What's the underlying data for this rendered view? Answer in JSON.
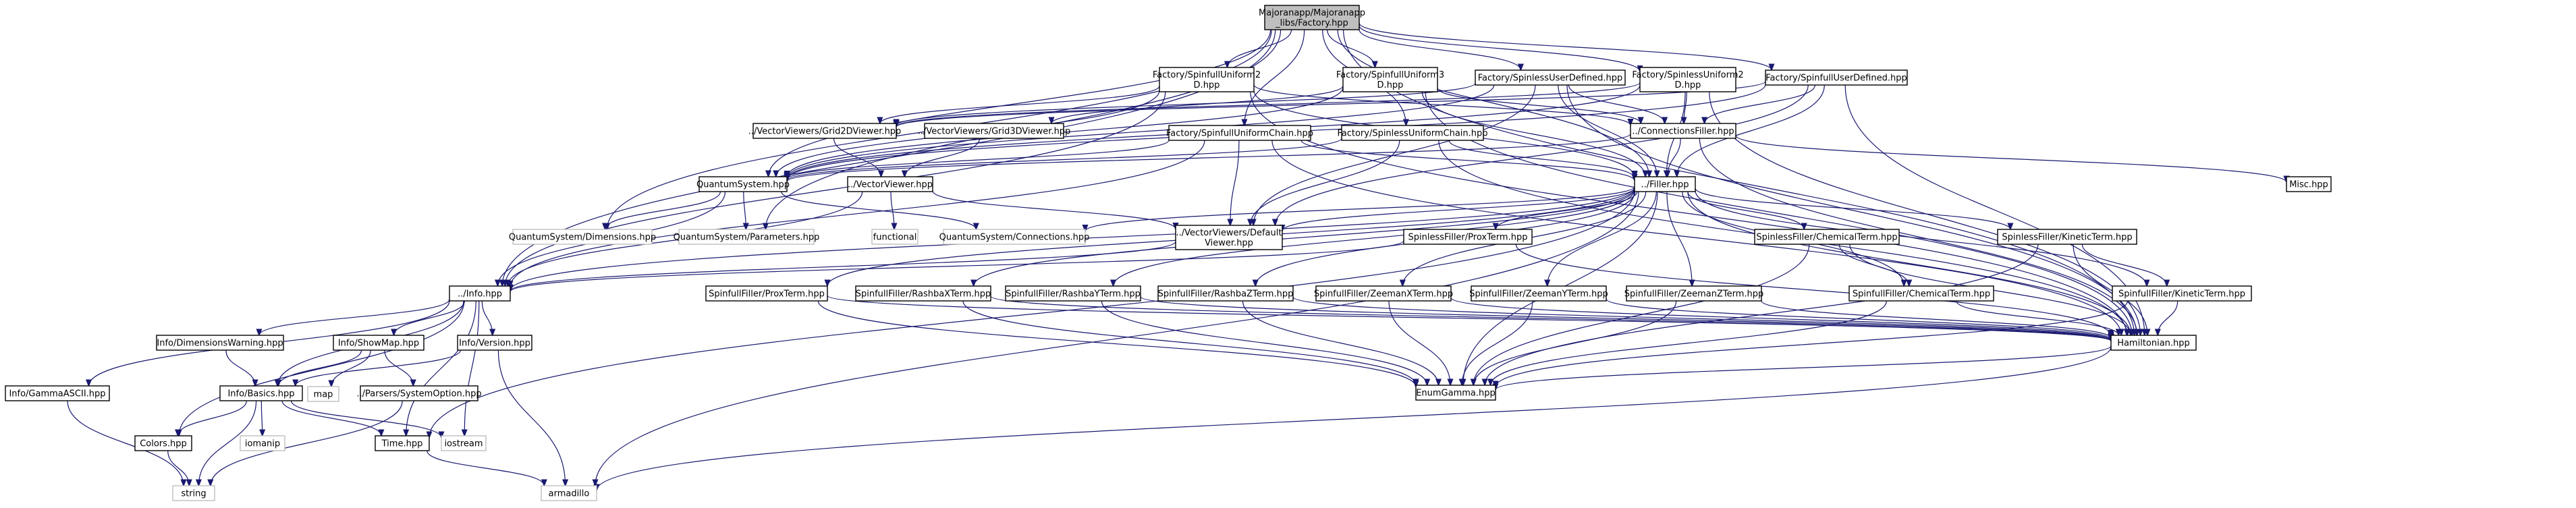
{
  "graph": {
    "style": {
      "edge_color": "#191970",
      "root_fill": "#bfbfbf",
      "border_dark": "#000000",
      "border_light": "#bfbfbf",
      "fill": "#ffffff"
    },
    "nodes": [
      {
        "id": "root",
        "lines": [
          "Majoranapp/Majoranapp",
          "_libs/Factory.hpp"
        ],
        "root": true,
        "interactable": false
      },
      {
        "id": "su2d",
        "lines": [
          "Factory/SpinfullUniform2",
          "D.hpp"
        ],
        "interactable": true
      },
      {
        "id": "su3d",
        "lines": [
          "Factory/SpinfullUniform3",
          "D.hpp"
        ],
        "interactable": true
      },
      {
        "id": "sud",
        "lines": [
          "Factory/SpinlessUserDefined.hpp"
        ],
        "interactable": true
      },
      {
        "id": "slu2d",
        "lines": [
          "Factory/SpinlessUniform2",
          "D.hpp"
        ],
        "interactable": true
      },
      {
        "id": "sfud",
        "lines": [
          "Factory/SpinfullUserDefined.hpp"
        ],
        "interactable": true
      },
      {
        "id": "vv2d",
        "lines": [
          "../VectorViewers/Grid2DViewer.hpp"
        ],
        "interactable": true
      },
      {
        "id": "vv3d",
        "lines": [
          "../VectorViewers/Grid3DViewer.hpp"
        ],
        "interactable": true
      },
      {
        "id": "connf",
        "lines": [
          "../ConnectionsFiller.hpp"
        ],
        "interactable": true
      },
      {
        "id": "sfchain",
        "lines": [
          "Factory/SpinfullUniformChain.hpp"
        ],
        "interactable": true
      },
      {
        "id": "slchain",
        "lines": [
          "Factory/SpinlessUniformChain.hpp"
        ],
        "interactable": true
      },
      {
        "id": "qs",
        "lines": [
          "QuantumSystem.hpp"
        ],
        "interactable": true
      },
      {
        "id": "vview",
        "lines": [
          "../VectorViewer.hpp"
        ],
        "interactable": true
      },
      {
        "id": "filler",
        "lines": [
          "../Filler.hpp"
        ],
        "interactable": true
      },
      {
        "id": "misc",
        "lines": [
          "Misc.hpp"
        ],
        "interactable": true
      },
      {
        "id": "qsdim",
        "lines": [
          "QuantumSystem/Dimensions.hpp"
        ],
        "external": true,
        "interactable": false
      },
      {
        "id": "qspar",
        "lines": [
          "QuantumSystem/Parameters.hpp"
        ],
        "external": true,
        "interactable": false
      },
      {
        "id": "functional",
        "lines": [
          "functional"
        ],
        "external": true,
        "interactable": false
      },
      {
        "id": "qscon",
        "lines": [
          "QuantumSystem/Connections.hpp"
        ],
        "external": true,
        "interactable": false
      },
      {
        "id": "dview",
        "lines": [
          "../VectorViewers/Default",
          "Viewer.hpp"
        ],
        "interactable": true
      },
      {
        "id": "slprox",
        "lines": [
          "SpinlessFiller/ProxTerm.hpp"
        ],
        "interactable": true
      },
      {
        "id": "slchem",
        "lines": [
          "SpinlessFiller/ChemicalTerm.hpp"
        ],
        "interactable": true
      },
      {
        "id": "slkin",
        "lines": [
          "SpinlessFiller/KineticTerm.hpp"
        ],
        "interactable": true
      },
      {
        "id": "info",
        "lines": [
          "../Info.hpp"
        ],
        "interactable": true
      },
      {
        "id": "sfprox",
        "lines": [
          "SpinfullFiller/ProxTerm.hpp"
        ],
        "interactable": true
      },
      {
        "id": "sfrx",
        "lines": [
          "SpinfullFiller/RashbaXTerm.hpp"
        ],
        "interactable": true
      },
      {
        "id": "sfry",
        "lines": [
          "SpinfullFiller/RashbaYTerm.hpp"
        ],
        "interactable": true
      },
      {
        "id": "sfrz",
        "lines": [
          "SpinfullFiller/RashbaZTerm.hpp"
        ],
        "interactable": true
      },
      {
        "id": "sfzx",
        "lines": [
          "SpinfullFiller/ZeemanXTerm.hpp"
        ],
        "interactable": true
      },
      {
        "id": "sfzy",
        "lines": [
          "SpinfullFiller/ZeemanYTerm.hpp"
        ],
        "interactable": true
      },
      {
        "id": "sfzz",
        "lines": [
          "SpinfullFiller/ZeemanZTerm.hpp"
        ],
        "interactable": true
      },
      {
        "id": "sfchem",
        "lines": [
          "SpinfullFiller/ChemicalTerm.hpp"
        ],
        "interactable": true
      },
      {
        "id": "sfkin",
        "lines": [
          "SpinfullFiller/KineticTerm.hpp"
        ],
        "interactable": true
      },
      {
        "id": "idw",
        "lines": [
          "Info/DimensionsWarning.hpp"
        ],
        "interactable": true
      },
      {
        "id": "ism",
        "lines": [
          "Info/ShowMap.hpp"
        ],
        "interactable": true
      },
      {
        "id": "iver",
        "lines": [
          "Info/Version.hpp"
        ],
        "interactable": true
      },
      {
        "id": "ham",
        "lines": [
          "Hamiltonian.hpp"
        ],
        "interactable": true
      },
      {
        "id": "enumg",
        "lines": [
          "EnumGamma.hpp"
        ],
        "interactable": true
      },
      {
        "id": "iascii",
        "lines": [
          "Info/GammaASCII.hpp"
        ],
        "interactable": true
      },
      {
        "id": "ibasics",
        "lines": [
          "Info/Basics.hpp"
        ],
        "interactable": true
      },
      {
        "id": "map",
        "lines": [
          "map"
        ],
        "external": true,
        "interactable": false
      },
      {
        "id": "psys",
        "lines": [
          "../Parsers/SystemOption.hpp"
        ],
        "interactable": true
      },
      {
        "id": "colors",
        "lines": [
          "Colors.hpp"
        ],
        "interactable": true
      },
      {
        "id": "iomanip",
        "lines": [
          "iomanip"
        ],
        "external": true,
        "interactable": false
      },
      {
        "id": "timeh",
        "lines": [
          "Time.hpp"
        ],
        "interactable": true
      },
      {
        "id": "iostream",
        "lines": [
          "iostream"
        ],
        "external": true,
        "interactable": false
      },
      {
        "id": "string",
        "lines": [
          "string"
        ],
        "external": true,
        "interactable": false
      },
      {
        "id": "armadillo",
        "lines": [
          "armadillo"
        ],
        "external": true,
        "interactable": false
      }
    ],
    "edges": [
      [
        "root",
        "su2d"
      ],
      [
        "root",
        "su3d"
      ],
      [
        "root",
        "sud"
      ],
      [
        "root",
        "slu2d"
      ],
      [
        "root",
        "sfud"
      ],
      [
        "root",
        "sfchain"
      ],
      [
        "root",
        "slchain"
      ],
      [
        "root",
        "qs"
      ],
      [
        "root",
        "filler"
      ],
      [
        "root",
        "ham"
      ],
      [
        "root",
        "qsdim"
      ],
      [
        "root",
        "qspar"
      ],
      [
        "root",
        "info"
      ],
      [
        "su2d",
        "vv2d"
      ],
      [
        "su2d",
        "connf"
      ],
      [
        "su2d",
        "qs"
      ],
      [
        "su2d",
        "filler"
      ],
      [
        "su2d",
        "ham"
      ],
      [
        "su2d",
        "info"
      ],
      [
        "su3d",
        "vv3d"
      ],
      [
        "su3d",
        "connf"
      ],
      [
        "su3d",
        "qs"
      ],
      [
        "su3d",
        "filler"
      ],
      [
        "su3d",
        "ham"
      ],
      [
        "sud",
        "vv2d"
      ],
      [
        "sud",
        "connf"
      ],
      [
        "sud",
        "qs"
      ],
      [
        "sud",
        "filler"
      ],
      [
        "sud",
        "dview"
      ],
      [
        "sud",
        "ham"
      ],
      [
        "slu2d",
        "vv2d"
      ],
      [
        "slu2d",
        "connf"
      ],
      [
        "slu2d",
        "qs"
      ],
      [
        "slu2d",
        "filler"
      ],
      [
        "slu2d",
        "ham"
      ],
      [
        "sfud",
        "vv2d"
      ],
      [
        "sfud",
        "connf"
      ],
      [
        "sfud",
        "qs"
      ],
      [
        "sfud",
        "filler"
      ],
      [
        "sfud",
        "dview"
      ],
      [
        "sfud",
        "ham"
      ],
      [
        "vv2d",
        "vview"
      ],
      [
        "vv3d",
        "vview"
      ],
      [
        "connf",
        "filler"
      ],
      [
        "connf",
        "misc"
      ],
      [
        "connf",
        "ham"
      ],
      [
        "connf",
        "qs"
      ],
      [
        "sfchain",
        "qs"
      ],
      [
        "sfchain",
        "filler"
      ],
      [
        "sfchain",
        "dview"
      ],
      [
        "sfchain",
        "ham"
      ],
      [
        "sfchain",
        "info"
      ],
      [
        "slchain",
        "qs"
      ],
      [
        "slchain",
        "filler"
      ],
      [
        "slchain",
        "dview"
      ],
      [
        "slchain",
        "ham"
      ],
      [
        "qs",
        "qsdim"
      ],
      [
        "qs",
        "qspar"
      ],
      [
        "qs",
        "qscon"
      ],
      [
        "qs",
        "info"
      ],
      [
        "vview",
        "functional"
      ],
      [
        "vview",
        "dview"
      ],
      [
        "vview",
        "info"
      ],
      [
        "filler",
        "qscon"
      ],
      [
        "filler",
        "dview"
      ],
      [
        "filler",
        "slprox"
      ],
      [
        "filler",
        "slchem"
      ],
      [
        "filler",
        "slkin"
      ],
      [
        "filler",
        "sfprox"
      ],
      [
        "filler",
        "sfrx"
      ],
      [
        "filler",
        "sfry"
      ],
      [
        "filler",
        "sfrz"
      ],
      [
        "filler",
        "sfzx"
      ],
      [
        "filler",
        "sfzy"
      ],
      [
        "filler",
        "sfzz"
      ],
      [
        "filler",
        "sfchem"
      ],
      [
        "filler",
        "sfkin"
      ],
      [
        "filler",
        "info"
      ],
      [
        "filler",
        "ham"
      ],
      [
        "filler",
        "enumg"
      ],
      [
        "filler",
        "armadillo"
      ],
      [
        "filler",
        "timeh"
      ],
      [
        "dview",
        "info"
      ],
      [
        "slprox",
        "ham"
      ],
      [
        "slprox",
        "info"
      ],
      [
        "slchem",
        "sfchem"
      ],
      [
        "slchem",
        "ham"
      ],
      [
        "slchem",
        "enumg"
      ],
      [
        "slkin",
        "sfkin"
      ],
      [
        "slkin",
        "ham"
      ],
      [
        "slkin",
        "enumg"
      ],
      [
        "sfprox",
        "ham"
      ],
      [
        "sfprox",
        "enumg"
      ],
      [
        "sfrx",
        "ham"
      ],
      [
        "sfrx",
        "enumg"
      ],
      [
        "sfry",
        "ham"
      ],
      [
        "sfry",
        "enumg"
      ],
      [
        "sfrz",
        "ham"
      ],
      [
        "sfrz",
        "enumg"
      ],
      [
        "sfzx",
        "ham"
      ],
      [
        "sfzx",
        "enumg"
      ],
      [
        "sfzy",
        "ham"
      ],
      [
        "sfzy",
        "enumg"
      ],
      [
        "sfzz",
        "ham"
      ],
      [
        "sfzz",
        "enumg"
      ],
      [
        "sfchem",
        "ham"
      ],
      [
        "sfchem",
        "enumg"
      ],
      [
        "sfkin",
        "ham"
      ],
      [
        "sfkin",
        "enumg"
      ],
      [
        "info",
        "idw"
      ],
      [
        "info",
        "ism"
      ],
      [
        "info",
        "iver"
      ],
      [
        "info",
        "iascii"
      ],
      [
        "info",
        "ibasics"
      ],
      [
        "info",
        "colors"
      ],
      [
        "info",
        "timeh"
      ],
      [
        "info",
        "iostream"
      ],
      [
        "idw",
        "ibasics"
      ],
      [
        "ism",
        "ibasics"
      ],
      [
        "ism",
        "map"
      ],
      [
        "ism",
        "psys"
      ],
      [
        "iver",
        "ibasics"
      ],
      [
        "iver",
        "armadillo"
      ],
      [
        "iascii",
        "string"
      ],
      [
        "ibasics",
        "colors"
      ],
      [
        "ibasics",
        "iomanip"
      ],
      [
        "ibasics",
        "timeh"
      ],
      [
        "ibasics",
        "iostream"
      ],
      [
        "ibasics",
        "string"
      ],
      [
        "psys",
        "string"
      ],
      [
        "colors",
        "string"
      ],
      [
        "timeh",
        "armadillo"
      ],
      [
        "ham",
        "enumg"
      ],
      [
        "ham",
        "armadillo"
      ]
    ]
  }
}
